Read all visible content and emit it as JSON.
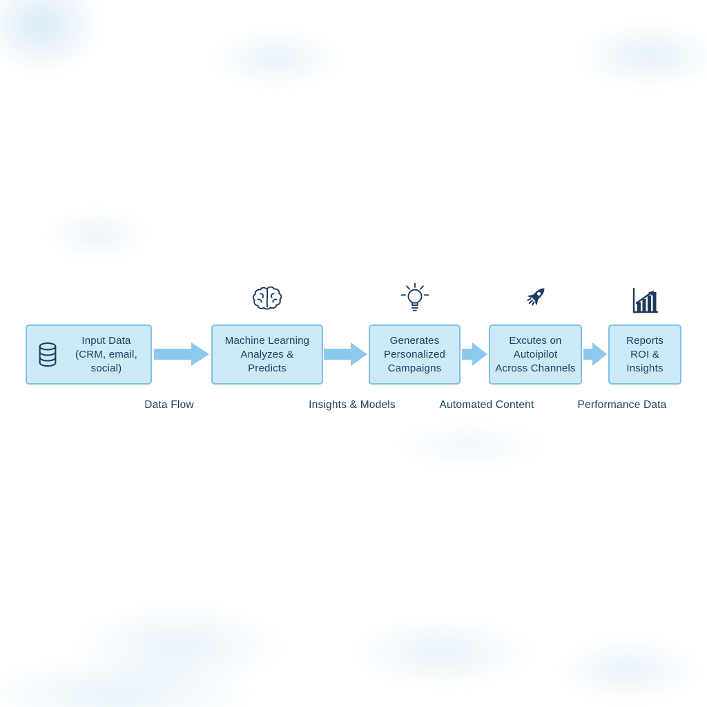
{
  "diagram": {
    "steps": [
      {
        "label": "Input Data\n(CRM, email,\nsocial)",
        "icon": "database-icon"
      },
      {
        "label": "Machine Learning\nAnalyzes &\nPredicts",
        "icon": "brain-icon"
      },
      {
        "label": "Generates\nPersonalized\nCampaigns",
        "icon": "lightbulb-icon"
      },
      {
        "label": "Excutes on\nAutoipilot\nAcross Channels",
        "icon": "rocket-icon"
      },
      {
        "label": "Reports\nROI &\nInsights",
        "icon": "bar-chart-icon"
      }
    ],
    "flow_labels": [
      {
        "label": "Data Flow"
      },
      {
        "label": "Insights & Models"
      },
      {
        "label": "Automated Content"
      },
      {
        "label": "Performance Data"
      }
    ],
    "colors": {
      "box_fill": "#cde8f6",
      "box_border": "#7cc2e8",
      "arrow": "#8ccaec",
      "text": "#1c3e63",
      "icon": "#1e3a5f"
    }
  }
}
